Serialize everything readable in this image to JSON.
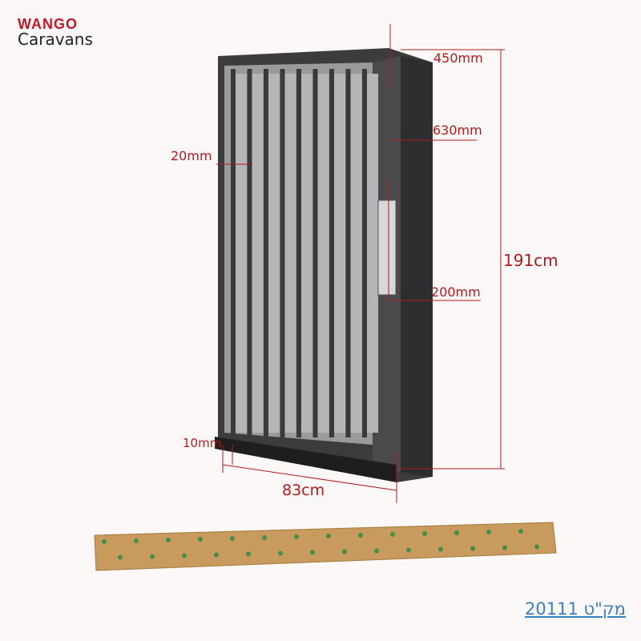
{
  "logo": {
    "line1": "WANGO",
    "line2": "Caravans"
  },
  "dimensions": {
    "top_depth": "450mm",
    "side_depth": "630mm",
    "slat_width": "20mm",
    "handle_height": "200mm",
    "height": "191cm",
    "bottom_rail": "10mm",
    "width": "83cm"
  },
  "sku_link": "מק\"ט 20111",
  "colors": {
    "dimension": "#b01a1a",
    "frame": "#3a3a3c",
    "box": "#c89a5e",
    "link": "#3a7fc0"
  }
}
